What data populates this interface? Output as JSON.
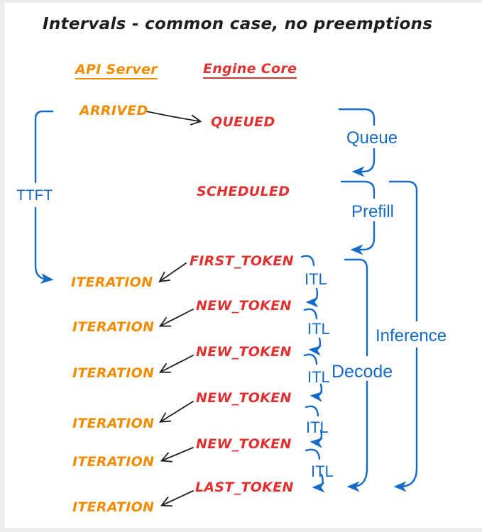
{
  "title": "Intervals - common case, no preemptions",
  "columns": {
    "api_server": {
      "header": "API Server",
      "arrived": "ARRIVED",
      "iterations": [
        "ITERATION",
        "ITERATION",
        "ITERATION",
        "ITERATION",
        "ITERATION",
        "ITERATION"
      ]
    },
    "engine_core": {
      "header": "Engine Core",
      "queued": "QUEUED",
      "scheduled": "SCHEDULED",
      "first_token": "FIRST_TOKEN",
      "new_tokens": [
        "NEW_TOKEN",
        "NEW_TOKEN",
        "NEW_TOKEN",
        "NEW_TOKEN"
      ],
      "last_token": "LAST_TOKEN"
    }
  },
  "intervals": {
    "ttft": "TTFT",
    "queue": "Queue",
    "prefill": "Prefill",
    "decode": "Decode",
    "inference": "Inference",
    "itl": [
      "ITL",
      "ITL",
      "ITL",
      "ITL",
      "ITL"
    ]
  },
  "colors": {
    "blue": "#1569c7",
    "red": "#e03131",
    "orange": "#f08c00",
    "ink": "#1e1e1e",
    "background": "#ffffff"
  }
}
